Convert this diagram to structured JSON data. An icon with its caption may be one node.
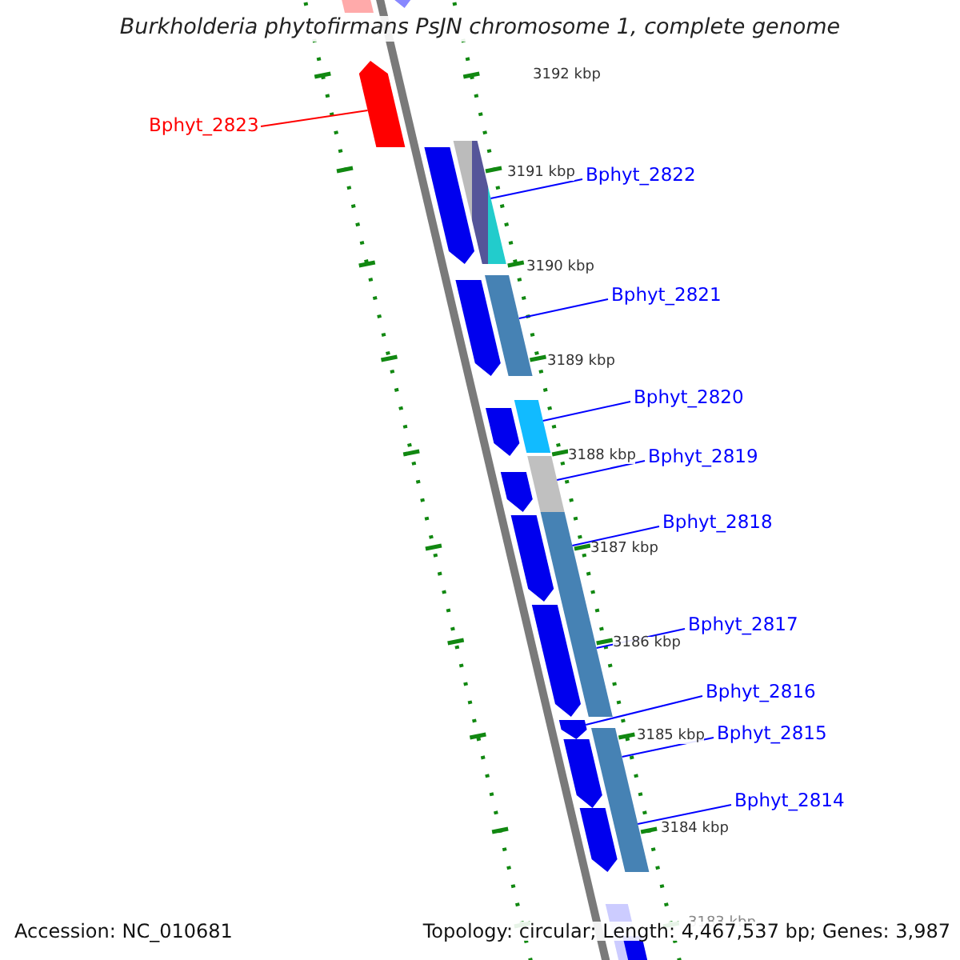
{
  "diagram": {
    "title": "Burkholderia phytofirmans PsJN chromosome 1, complete genome",
    "nodes": [
      {
        "text": [
          "Bphyt_2823"
        ]
      },
      {
        "text": [],
        "shape": "arrow"
      },
      {
        "text": [
          "Bphyt_2822"
        ]
      },
      {
        "text": [],
        "shape": "bar"
      },
      {
        "text": [
          "Bphyt_2821"
        ]
      },
      {
        "text": [],
        "shape": "bar"
      },
      {
        "text": [
          "Bphyt_2820"
        ]
      },
      {
        "text": [],
        "shape": "bar"
      },
      {
        "text": [
          "Bphyt_2819"
        ]
      },
      {
        "text": [],
        "shape": "bar"
      },
      {
        "text": [
          "Bphyt_2818"
        ]
      },
      {
        "text": [],
        "shape": "bar"
      },
      {
        "text": [
          "Bphyt_2817"
        ]
      },
      {
        "text": [],
        "shape": "bar"
      },
      {
        "text": [
          "Bphyt_2816"
        ]
      },
      {
        "text": [],
        "shape": "arrow"
      },
      {
        "text": [
          "Bphyt_2815"
        ]
      },
      {
        "text": [],
        "shape": "bar"
      },
      {
        "text": [
          "Bphyt_2814"
        ]
      },
      {
        "text": [],
        "shape": "bar"
      }
    ],
    "edges": [
      {
        "from": 0,
        "to": 1,
        "arrow": "none",
        "color": "#ff0000"
      },
      {
        "from": 2,
        "to": 3,
        "arrow": "none"
      },
      {
        "from": 4,
        "to": 5,
        "arrow": "none"
      },
      {
        "from": 6,
        "to": 7,
        "arrow": "none"
      },
      {
        "from": 8,
        "to": 9,
        "arrow": "none"
      },
      {
        "from": 10,
        "to": 11,
        "arrow": "none"
      },
      {
        "from": 12,
        "to": 13,
        "arrow": "none"
      },
      {
        "from": 14,
        "to": 15,
        "arrow": "none"
      },
      {
        "from": 16,
        "to": 17,
        "arrow": "none"
      },
      {
        "from": 18,
        "to": 19,
        "arrow": "none"
      }
    ],
    "labels": [
      "3192 kbp",
      "3191 kbp",
      "3190 kbp",
      "3189 kbp",
      "3188 kbp",
      "3187 kbp",
      "3186 kbp",
      "3185 kbp",
      "3184 kbp",
      "3183 kbp",
      "Accession: NC_010681",
      "Topology: circular; Length: 4,467,537 bp; Genes: 3,987"
    ]
  }
}
